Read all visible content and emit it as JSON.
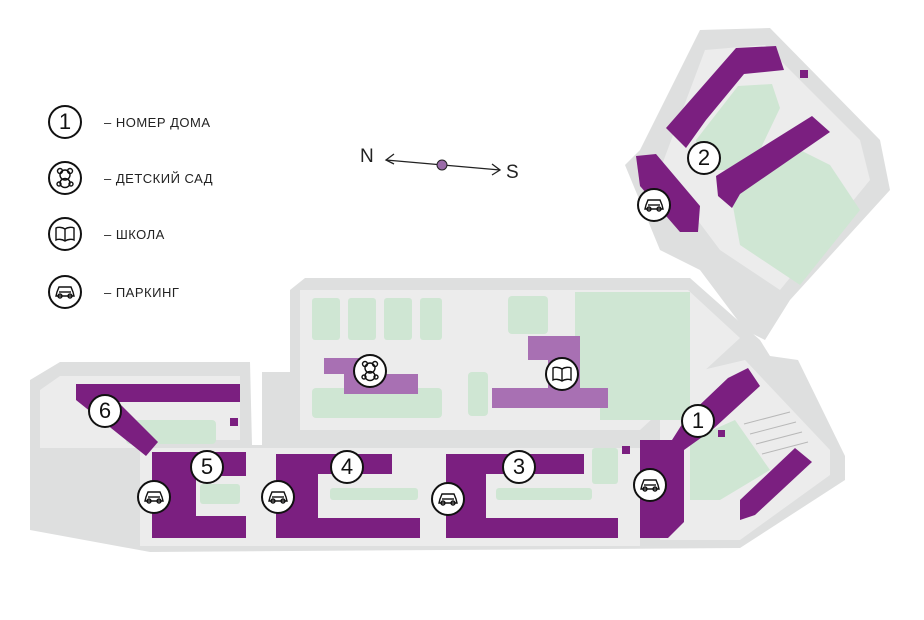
{
  "legend": {
    "items": [
      {
        "icon": "1",
        "label": "– НОМЕР ДОМА"
      },
      {
        "icon": "kindergarten-icon",
        "label": "– ДЕТСКИЙ САД"
      },
      {
        "icon": "book-icon",
        "label": "– ШКОЛА"
      },
      {
        "icon": "car-icon",
        "label": "– ПАРКИНГ"
      }
    ]
  },
  "compass": {
    "north": "N",
    "south": "S"
  },
  "houses": [
    "1",
    "2",
    "3",
    "4",
    "5",
    "6"
  ],
  "colors": {
    "building": "#7a1f7f",
    "building_light": "#a36cb0",
    "green": "#cde6d1",
    "ground": "#dadcdc",
    "road": "#e9eaea"
  }
}
